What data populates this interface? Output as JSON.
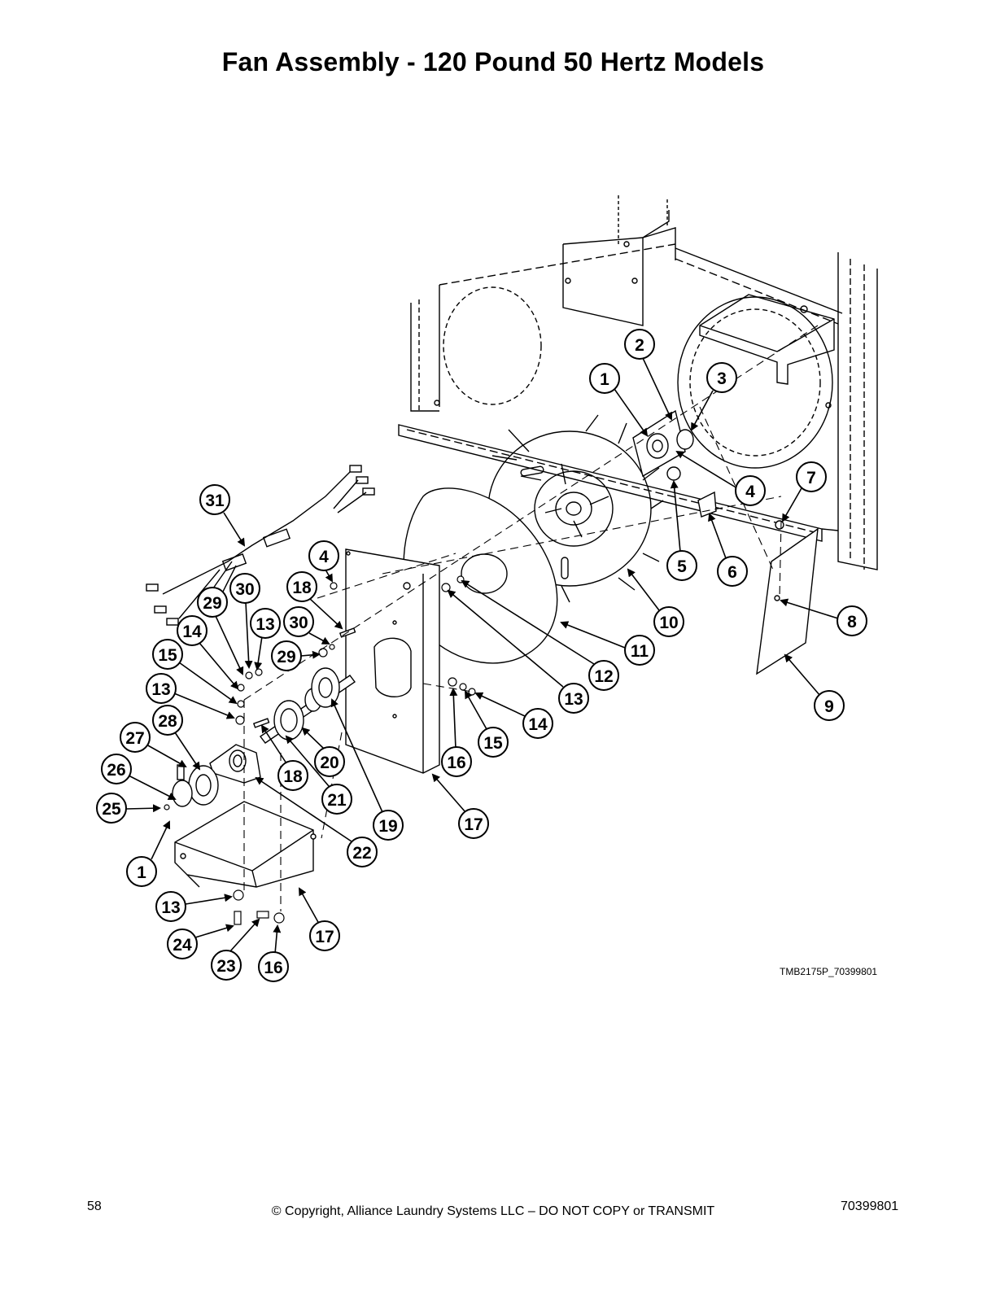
{
  "title": "Fan Assembly - 120 Pound 50 Hertz Models",
  "diagram": {
    "drawing_code": "TMB2175P_70399801",
    "callouts": [
      "1",
      "2",
      "3",
      "4",
      "5",
      "6",
      "7",
      "8",
      "9",
      "10",
      "11",
      "12",
      "13",
      "14",
      "15",
      "16",
      "17",
      "18",
      "19",
      "20",
      "21",
      "22",
      "23",
      "24",
      "25",
      "26",
      "27",
      "28",
      "29",
      "30",
      "31"
    ]
  },
  "footer": {
    "page_number": "58",
    "copyright": "© Copyright, Alliance Laundry Systems LLC – DO NOT COPY or TRANSMIT",
    "document_number": "70399801"
  }
}
